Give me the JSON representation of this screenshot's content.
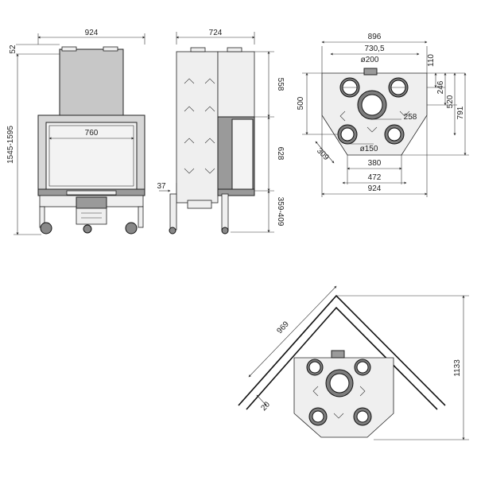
{
  "front_view": {
    "width": "924",
    "height": "1545-1595",
    "top_offset": "52",
    "glass_width": "760"
  },
  "side_view": {
    "depth": "724",
    "dim_558": "558",
    "dim_628": "628",
    "dim_359_409": "359-409",
    "dim_37": "37"
  },
  "top_view": {
    "width_top": "896",
    "width_730": "730,5",
    "phi_200": "ø200",
    "phi_150": "ø150",
    "dim_110": "110",
    "dim_246": "246",
    "dim_520": "520",
    "dim_791": "791",
    "dim_500": "500",
    "dim_258": "258",
    "dim_309": "309",
    "dim_380": "380",
    "dim_472": "472",
    "width_bottom": "924"
  },
  "corner_view": {
    "dim_969": "969",
    "dim_1133": "1133",
    "dim_20": "20"
  }
}
